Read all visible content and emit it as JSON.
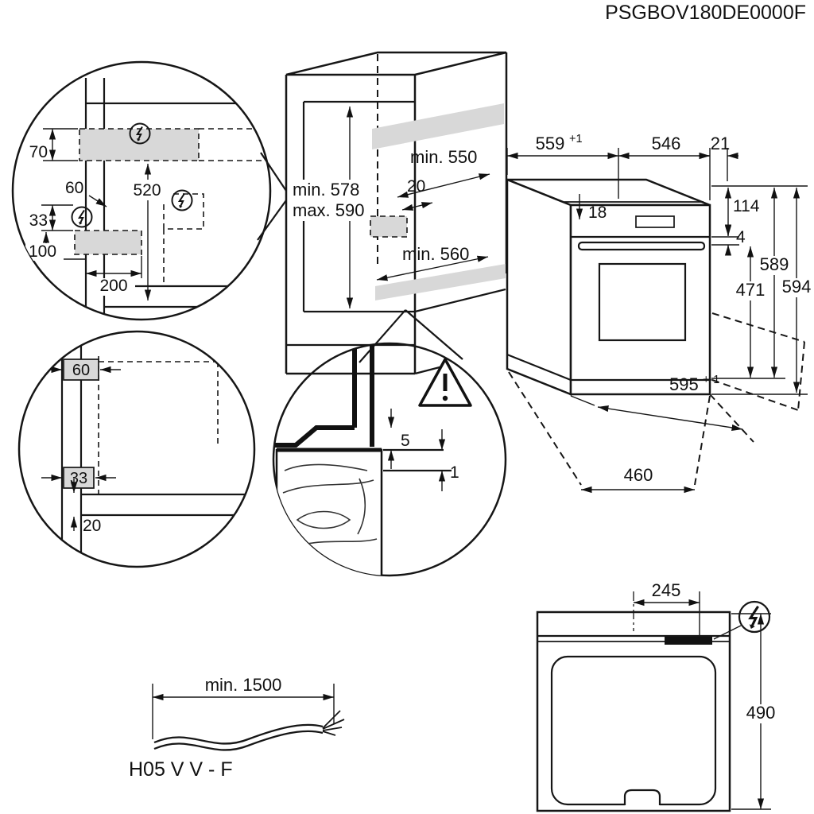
{
  "title": "PSGBOV180DE0000F",
  "colors": {
    "line": "#161616",
    "shade": "#d8d8d8",
    "background": "#ffffff"
  },
  "detail_side_panel": {
    "dim_70": "70",
    "dim_60": "60",
    "dim_520": "520",
    "dim_33": "33",
    "dim_100": "100",
    "dim_200": "200"
  },
  "cabinet": {
    "dim_min_550": "min. 550",
    "dim_20": "20",
    "dim_min_578": "min. 578",
    "dim_max_590": "max. 590",
    "dim_min_560": "min. 560"
  },
  "oven": {
    "dim_559": "559",
    "dim_559_sup": "+1",
    "dim_546": "546",
    "dim_21": "21",
    "dim_18": "18",
    "dim_114": "114",
    "dim_4": "4",
    "dim_471": "471",
    "dim_589": "589",
    "dim_594": "594",
    "dim_595": "595",
    "dim_595_sup": "+-1",
    "dim_460": "460"
  },
  "detail_front_frame": {
    "dim_60": "60",
    "dim_33": "33",
    "dim_20": "20"
  },
  "detail_gap": {
    "dim_5": "5",
    "dim_1": "1"
  },
  "cable": {
    "dim_length": "min. 1500",
    "type_label": "H05 V V - F"
  },
  "top_view": {
    "dim_245": "245",
    "dim_490": "490"
  }
}
